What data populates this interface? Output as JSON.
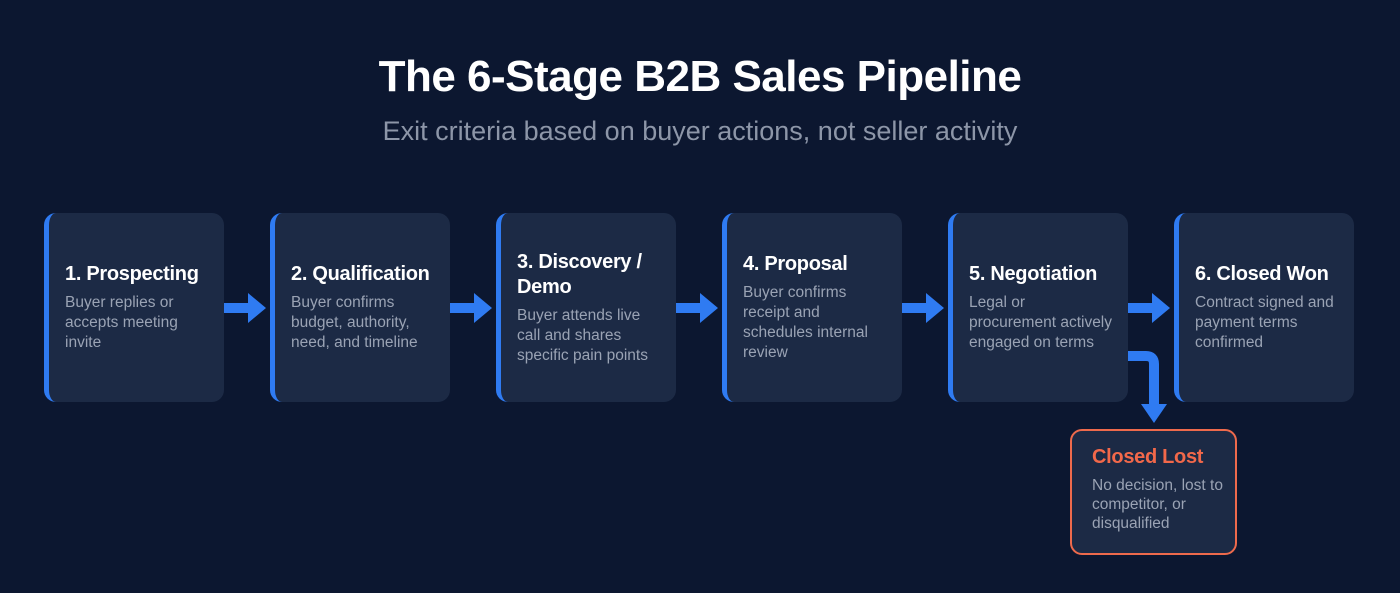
{
  "header": {
    "title": "The 6-Stage B2B Sales Pipeline",
    "subtitle": "Exit criteria based on buyer actions, not seller activity"
  },
  "colors": {
    "background": "#0c1730",
    "card": "#1c2a45",
    "accent": "#2f7bf2",
    "lost": "#ee6a4c",
    "title_text": "#ffffff",
    "desc_text": "#9aa3b4"
  },
  "stages": [
    {
      "title": "1. Prospecting",
      "description": "Buyer replies or accepts meeting invite"
    },
    {
      "title": "2. Qualification",
      "description": "Buyer confirms budget, authority, need, and timeline"
    },
    {
      "title": "3. Discovery / Demo",
      "description": "Buyer attends live call and shares specific pain points"
    },
    {
      "title": "4. Proposal",
      "description": "Buyer confirms receipt and schedules internal review"
    },
    {
      "title": "5. Negotiation",
      "description": "Legal or procurement actively engaged on terms"
    },
    {
      "title": "6. Closed Won",
      "description": "Contract signed and payment terms confirmed"
    }
  ],
  "closed_lost": {
    "title": "Closed Lost",
    "description": "No decision, lost to competitor, or disqualified"
  },
  "connectors": [
    {
      "from": "1. Prospecting",
      "to": "2. Qualification",
      "icon": "arrow-right-icon"
    },
    {
      "from": "2. Qualification",
      "to": "3. Discovery / Demo",
      "icon": "arrow-right-icon"
    },
    {
      "from": "3. Discovery / Demo",
      "to": "4. Proposal",
      "icon": "arrow-right-icon"
    },
    {
      "from": "4. Proposal",
      "to": "5. Negotiation",
      "icon": "arrow-right-icon"
    },
    {
      "from": "5. Negotiation",
      "to": "6. Closed Won",
      "icon": "arrow-right-icon"
    },
    {
      "from": "5. Negotiation",
      "to": "Closed Lost",
      "icon": "arrow-bend-down-icon"
    }
  ]
}
